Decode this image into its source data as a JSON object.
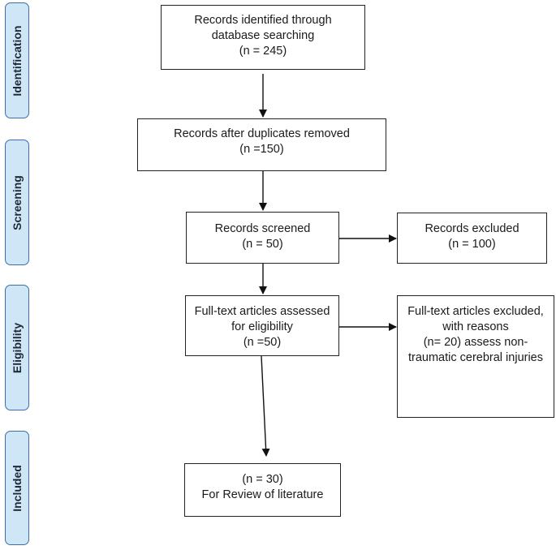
{
  "phases": {
    "identification": "Identification",
    "screening": "Screening",
    "eligibility": "Eligibility",
    "included": "Included"
  },
  "boxes": {
    "identified": {
      "lines": [
        "Records identified through",
        "database searching",
        "(n = 245)"
      ]
    },
    "duplicates_removed": {
      "lines": [
        "Records after duplicates removed",
        "(n =150)"
      ]
    },
    "screened": {
      "lines": [
        "Records screened",
        "(n = 50)"
      ]
    },
    "excluded": {
      "lines": [
        "Records excluded",
        "(n = 100)"
      ]
    },
    "fulltext_assessed": {
      "lines": [
        "Full-text articles assessed",
        "for eligibility",
        "(n =50)"
      ]
    },
    "fulltext_excluded": {
      "lines": [
        "Full-text articles excluded,",
        "with reasons",
        "(n= 20) assess non-",
        "traumatic cerebral injuries"
      ]
    },
    "included": {
      "lines": [
        "(n = 30)",
        "For Review of literature"
      ]
    }
  },
  "colors": {
    "phase_fill": "#cfe6f6",
    "phase_border": "#3d6fa6",
    "box_border": "#222222",
    "arrow": "#111111"
  }
}
